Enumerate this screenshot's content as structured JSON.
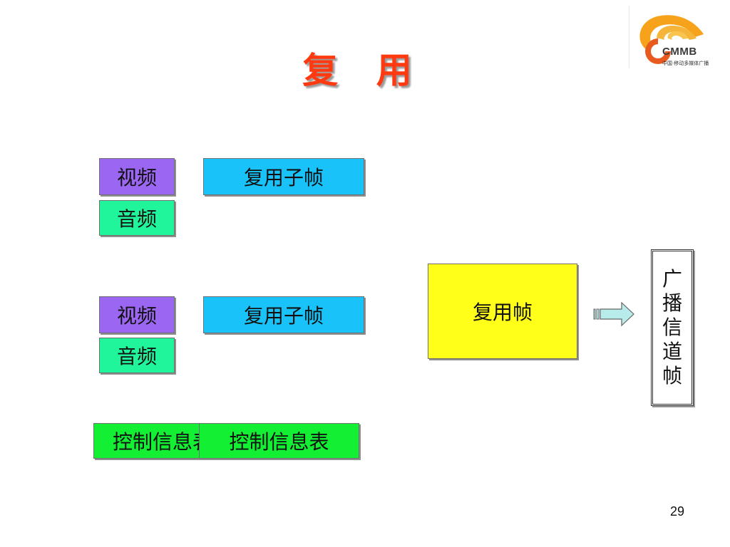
{
  "title": "复 用",
  "logo": {
    "brand": "CMMB",
    "subtitle": "中国·移动多媒体广播"
  },
  "group1": {
    "video": "视频",
    "audio": "音频",
    "subframe": "复用子帧"
  },
  "group2": {
    "video": "视频",
    "audio": "音频",
    "subframe": "复用子帧"
  },
  "control": {
    "back": "控制信息表",
    "front": "控制信息表"
  },
  "mux_frame": "复用帧",
  "broadcast_frame": [
    "广",
    "播",
    "信",
    "道",
    "帧"
  ],
  "page_number": "29",
  "colors": {
    "title": "#ff3a10",
    "video": "#9a66f2",
    "audio": "#20f59b",
    "subframe": "#19c3fa",
    "control": "#13ef33",
    "mux_frame": "#ffff1a",
    "arrow": "#b8ecea"
  }
}
